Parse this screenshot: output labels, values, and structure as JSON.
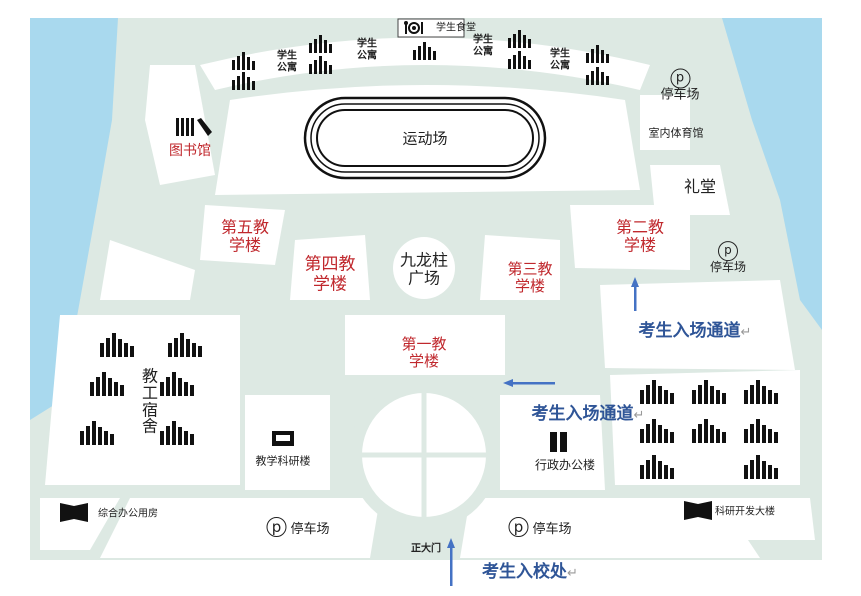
{
  "map": {
    "canteen": "学生食堂",
    "dorms": [
      "学生公寓",
      "学生公寓",
      "学生公寓",
      "学生公寓"
    ],
    "parking_label": "停车场",
    "parking_icon": "p",
    "indoor_gym": "室内体育馆",
    "auditorium": "礼堂",
    "library": "图书馆",
    "stadium": "运动场",
    "building5": "第五教学楼",
    "building4": "第四教学楼",
    "plaza": "九龙柱广场",
    "building3": "第三教学楼",
    "building2": "第二教学楼",
    "building1": "第一教学楼",
    "staff_dorm": "教工宿舍",
    "research_teaching": "教学科研楼",
    "admin": "行政办公楼",
    "general_office": "综合办公用房",
    "rd_building": "科研开发大楼",
    "main_gate": "正大门"
  },
  "annotations": {
    "entrance_channel": "考生入场通道",
    "school_entry": "考生入校处",
    "return_mark": "↵"
  },
  "colors": {
    "road": "#dde9e3",
    "water": "#a9d9ee",
    "label_red": "#c0282d",
    "annotation_blue": "#2f5597"
  }
}
